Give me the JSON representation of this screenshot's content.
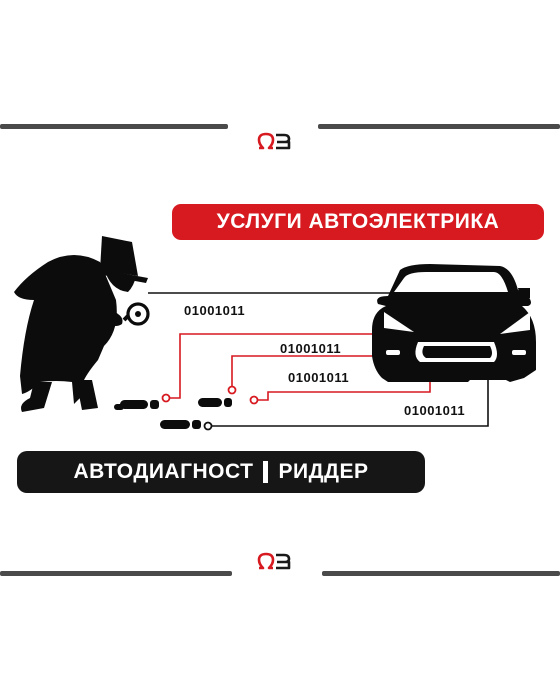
{
  "banner_top": {
    "text": "УСЛУГИ АВТОЭЛЕКТРИКА"
  },
  "banner_bottom": {
    "left": "АВТОДИАГНОСТ",
    "right": "РИДДЕР"
  },
  "binary_codes": [
    "01001011",
    "01001011",
    "01001011",
    "01001011"
  ],
  "colors": {
    "accent": "#d71920",
    "dark": "#161616",
    "divider": "#4a4a4a"
  },
  "icons": [
    "logo-icon",
    "detective-icon",
    "magnifier-icon",
    "footprints-icon",
    "car-icon"
  ]
}
